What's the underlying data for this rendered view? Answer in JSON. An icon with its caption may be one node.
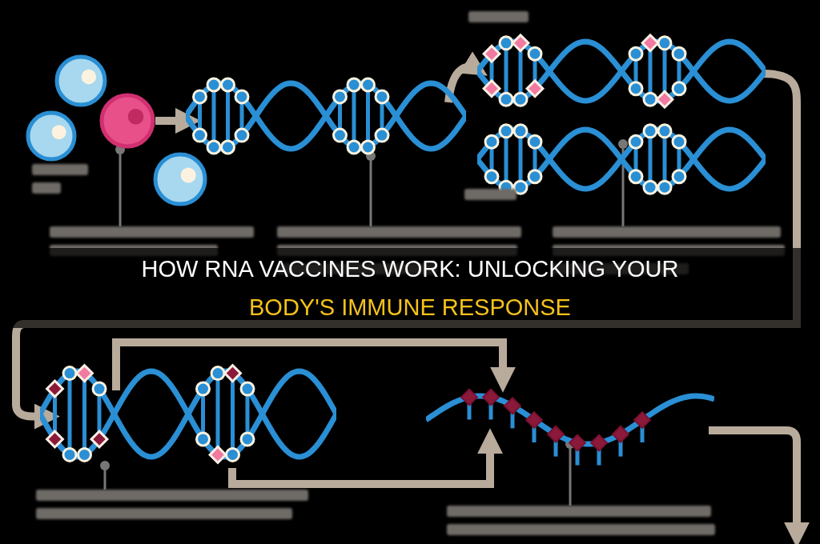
{
  "diagram": {
    "title": "HOW RNA VACCINES WORK: UNLOCKING YOUR BODY'S IMMUNE RESPONSE",
    "nodes": [
      {
        "text": [],
        "shape": "circle"
      },
      {
        "text": [],
        "shape": "circle"
      },
      {
        "text": [],
        "shape": "circle"
      },
      {
        "text": [],
        "shape": "circle"
      },
      {
        "text": [],
        "shape": "picture"
      },
      {
        "text": [],
        "shape": "picture"
      },
      {
        "text": [],
        "shape": "picture"
      },
      {
        "text": [],
        "shape": "picture"
      },
      {
        "text": [],
        "shape": "picture"
      },
      {
        "text": [],
        "shape": "bar"
      },
      {
        "text": [],
        "shape": "bar"
      },
      {
        "text": [],
        "shape": "bar"
      },
      {
        "text": [],
        "shape": "bar"
      },
      {
        "text": [],
        "shape": "bar"
      },
      {
        "text": [],
        "shape": "bar"
      },
      {
        "text": [],
        "shape": "bar"
      },
      {
        "text": [],
        "shape": "bar"
      }
    ],
    "edges": [
      {
        "from": 2,
        "to": 4,
        "arrow": "to"
      },
      {
        "from": 4,
        "to": 5,
        "arrow": "to"
      },
      {
        "from": 5,
        "to": 7,
        "arrow": "to"
      },
      {
        "from": 7,
        "to": 8,
        "arrow": "to"
      },
      {
        "from": 7,
        "to": 8,
        "arrow": "to"
      },
      {
        "from": 8,
        "to": null,
        "arrow": "to"
      },
      {
        "from": 11,
        "to": 2,
        "arrow": "other",
        "color": "#777777"
      },
      {
        "from": 12,
        "to": 4,
        "arrow": "other",
        "color": "#777777"
      },
      {
        "from": 13,
        "to": 6,
        "arrow": "other",
        "color": "#777777"
      },
      {
        "from": 14,
        "to": 7,
        "arrow": "other",
        "color": "#777777"
      },
      {
        "from": 15,
        "to": 8,
        "arrow": "other",
        "color": "#777777"
      }
    ]
  }
}
